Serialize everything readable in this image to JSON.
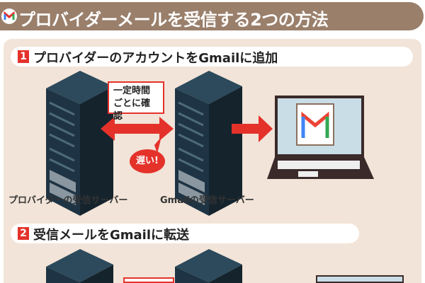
{
  "header": {
    "title": "プロバイダーメールを受信する2つの方法",
    "icon": "gmail-logo"
  },
  "section1": {
    "number": "1",
    "title": "プロバイダーのアカウントをGmailに追加",
    "check_note_line1": "一定時間",
    "check_note_line2": "ごとに確認",
    "slow_bubble": "遅い!",
    "provider_server_label": "プロバイダーの受信サーバー",
    "gmail_server_label": "Gmailの受信サーバー"
  },
  "section2": {
    "number": "2",
    "title": "受信メールをGmailに転送"
  },
  "colors": {
    "accent": "#e4322b",
    "header": "#9a7f6b",
    "panel": "#f2e4d8",
    "server": "#1e3444"
  }
}
